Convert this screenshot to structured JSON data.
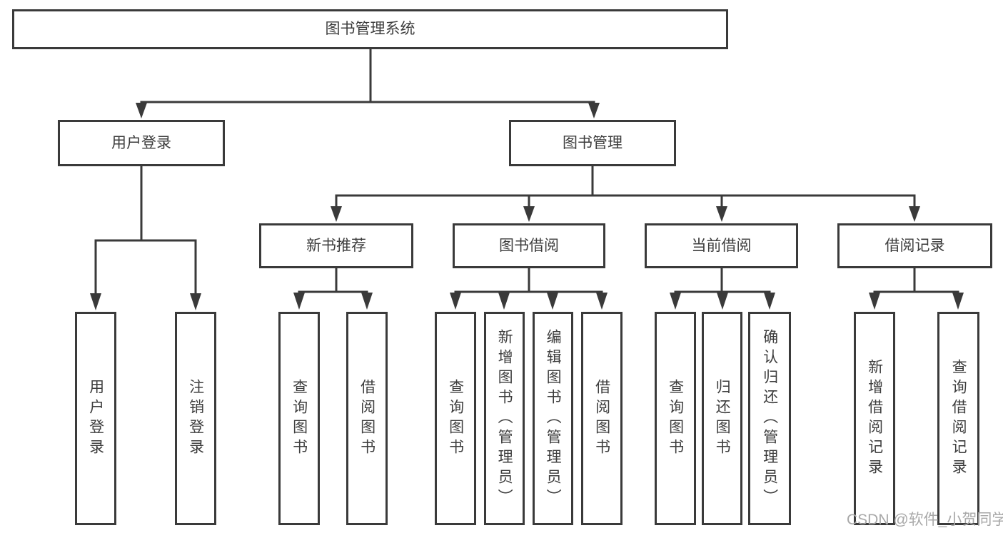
{
  "nodes": {
    "root": "图书管理系统",
    "login_group": "用户登录",
    "book_mgmt": "图书管理",
    "new_rec": "新书推荐",
    "book_borrow": "图书借阅",
    "current_borrow": "当前借阅",
    "borrow_record": "借阅记录",
    "user_login": "用户登录",
    "logout": "注销登录",
    "rec_query": "查询图书",
    "rec_borrow": "借阅图书",
    "bb_query": "查询图书",
    "bb_add": "新增图书（管理员）",
    "bb_edit": "编辑图书（管理员）",
    "bb_borrow": "借阅图书",
    "cb_query": "查询图书",
    "cb_return": "归还图书",
    "cb_confirm": "确认归还（管理员）",
    "br_add": "新增借阅记录",
    "br_query": "查询借阅记录"
  },
  "watermark": "CSDN @软件_小贺同学",
  "colors": {
    "line": "#3a3a3a",
    "text": "#3d3d3d",
    "watermark": "#a8a8a8",
    "background": "#ffffff"
  }
}
